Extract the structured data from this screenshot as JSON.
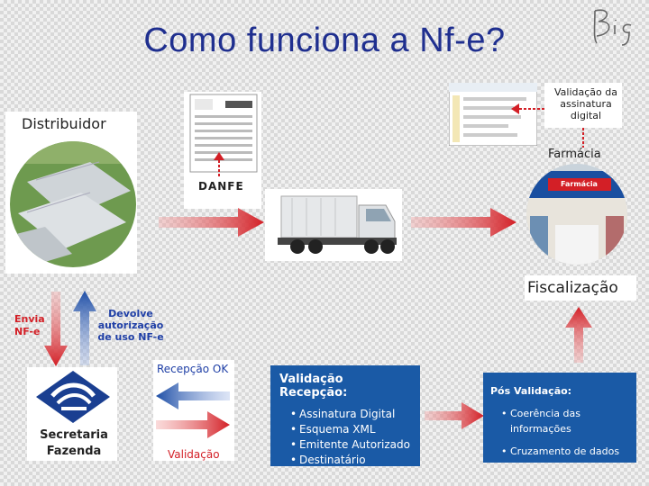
{
  "title": "Como funciona a Nf-e?",
  "logo_text": "Big",
  "distribuidor": {
    "label": "Distribuidor"
  },
  "danfe": {
    "label": "DANFE"
  },
  "farmacia": {
    "label": "Farmácia",
    "sign_text": "Farmácia"
  },
  "validacao_assinatura": {
    "label": "Validação da assinatura digital"
  },
  "fiscalizacao": {
    "label": "Fiscalização"
  },
  "envia": {
    "label": "Envia NF-e"
  },
  "devolve": {
    "label": "Devolve autorização de uso NF-e"
  },
  "recepcao_ok": {
    "label": "Recepção OK"
  },
  "validacao": {
    "label": "Validação"
  },
  "secretaria": {
    "line1": "Secretaria",
    "line2": "Fazenda"
  },
  "validacao_recepcao": {
    "title": "Validação Recepção:",
    "items": [
      "Assinatura Digital",
      "Esquema XML",
      "Emitente Autorizado",
      "Destinatário"
    ]
  },
  "pos_validacao": {
    "title": "Pós Validação:",
    "items": [
      "Coerência das informações",
      "Cruzamento de dados"
    ]
  },
  "colors": {
    "title": "#1f2f8f",
    "arrow_red": "#d31f26",
    "arrow_blue": "#1f4fa6",
    "box_blue": "#1a5aa6"
  }
}
